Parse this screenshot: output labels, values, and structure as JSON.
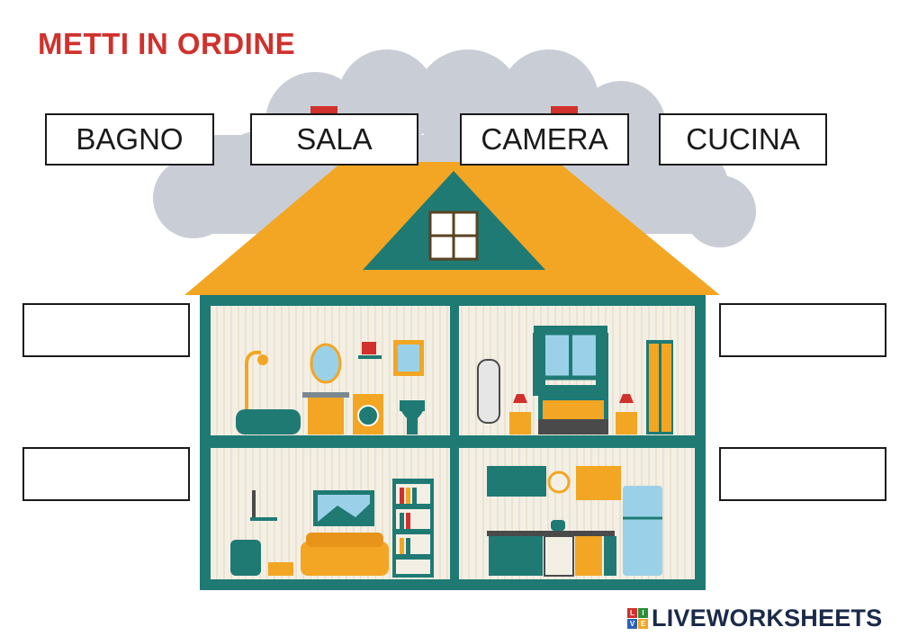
{
  "title": "METTI IN ORDINE",
  "word_bank": [
    "BAGNO",
    "SALA",
    "CAMERA",
    "CUCINA"
  ],
  "answer_slots": [
    "top-left",
    "top-right",
    "bottom-left",
    "bottom-right"
  ],
  "rooms": [
    "bathroom",
    "bedroom",
    "living-room",
    "kitchen"
  ],
  "branding": {
    "logo_text": "LIVEWORKSHEETS",
    "logo_letters": [
      "L",
      "I",
      "V",
      "E"
    ]
  },
  "colors": {
    "title": "#d0312d",
    "roof": "#f2a623",
    "house_teal": "#1f7a74",
    "wallpaper": "#f4efe4",
    "cloud": "#c9ced6",
    "logo_text": "#1b2a4a"
  }
}
